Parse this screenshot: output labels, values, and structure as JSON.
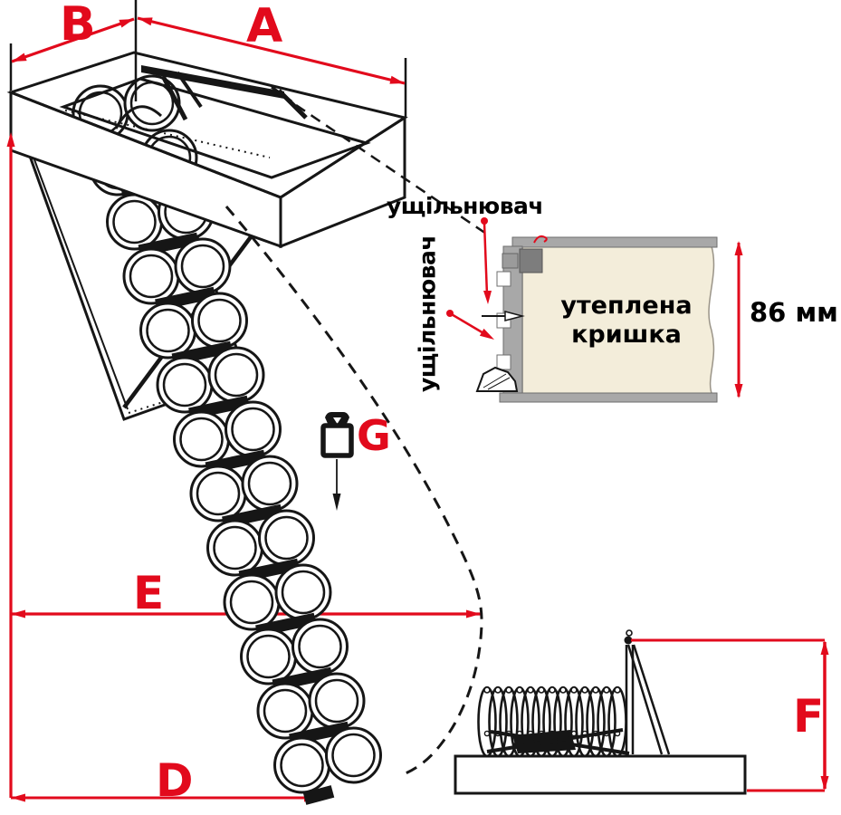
{
  "labels": {
    "dim_a": "A",
    "dim_b": "B",
    "dim_d": "D",
    "dim_e": "E",
    "dim_f": "F",
    "dim_g": "G"
  },
  "inset": {
    "seal_label_top": "ущільнювач",
    "seal_label_side": "ущільнювач",
    "lid_line1": "утеплена",
    "lid_line2": "кришка",
    "thickness": "86 мм"
  },
  "icons": {
    "load_capacity": "weight-icon"
  },
  "colors": {
    "dimension_red": "#e20a1c",
    "line_black": "#161616",
    "lid_fill": "#f3edda",
    "profile_gray": "#a8a8a8",
    "profile_dark": "#7d7d7d"
  }
}
